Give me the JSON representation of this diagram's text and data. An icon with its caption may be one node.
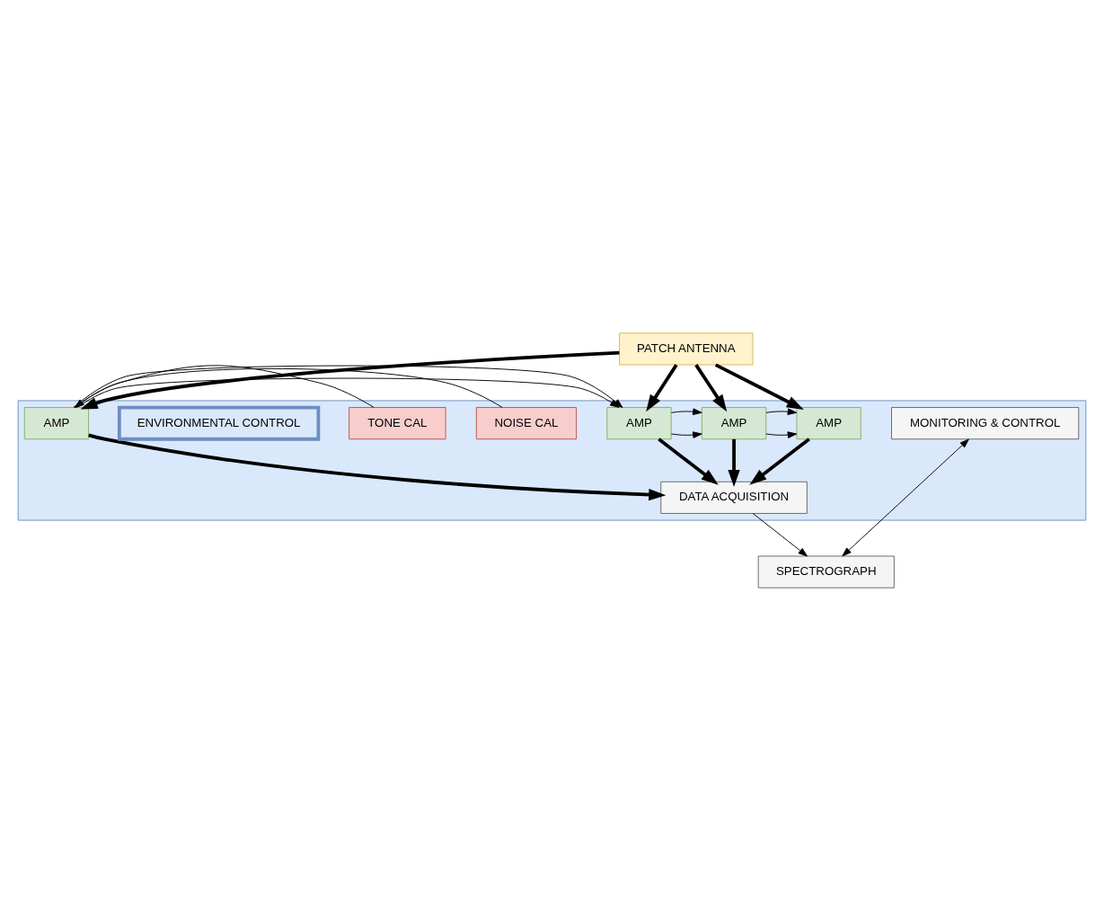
{
  "diagram": {
    "nodes": [
      {
        "text": [
          "PATCH ANTENNA"
        ]
      },
      {
        "text": [],
        "shape": "box"
      },
      {
        "text": [
          "ENVIRONMENTAL CONTROL"
        ],
        "in": 1
      },
      {
        "text": [
          "AMP"
        ],
        "in": 1
      },
      {
        "text": [
          "AMP"
        ],
        "in": 1
      },
      {
        "text": [
          "AMP"
        ],
        "in": 1
      },
      {
        "text": [
          "AMP"
        ],
        "in": 1
      },
      {
        "text": [
          "NOISE CAL"
        ],
        "in": 1
      },
      {
        "text": [
          "TONE CAL"
        ],
        "in": 1
      },
      {
        "text": [
          "MONITORING & CONTROL"
        ],
        "in": 1
      },
      {
        "text": [
          "DATA ACQUISITION"
        ],
        "in": 1
      },
      {
        "text": [
          "SPECTROGRAPH"
        ]
      }
    ],
    "edges": [
      {
        "from": 0,
        "to": 3,
        "arrow": "to",
        "style": "thick"
      },
      {
        "from": 0,
        "to": 4,
        "arrow": "to",
        "style": "thick"
      },
      {
        "from": 0,
        "to": 5,
        "arrow": "to",
        "style": "thick"
      },
      {
        "from": 0,
        "to": 6,
        "arrow": "to",
        "style": "thick"
      },
      {
        "from": 7,
        "to": 6,
        "arrow": "to"
      },
      {
        "from": 6,
        "to": 5,
        "arrow": "to"
      },
      {
        "from": 5,
        "to": 4,
        "arrow": "to"
      },
      {
        "from": 4,
        "to": 3,
        "arrow": "to"
      },
      {
        "from": 8,
        "to": 6,
        "arrow": "to"
      },
      {
        "from": 6,
        "to": 5,
        "arrow": "to"
      },
      {
        "from": 5,
        "to": 4,
        "arrow": "to"
      },
      {
        "from": 4,
        "to": 3,
        "arrow": "to"
      },
      {
        "from": 3,
        "to": 10,
        "arrow": "to",
        "style": "thick"
      },
      {
        "from": 4,
        "to": 10,
        "arrow": "to",
        "style": "thick"
      },
      {
        "from": 5,
        "to": 10,
        "arrow": "to",
        "style": "thick"
      },
      {
        "from": 6,
        "to": 10,
        "arrow": "to",
        "style": "thick"
      },
      {
        "from": 10,
        "to": 11,
        "arrow": "to"
      },
      {
        "from": 11,
        "to": 9,
        "arrow": "both"
      }
    ]
  }
}
